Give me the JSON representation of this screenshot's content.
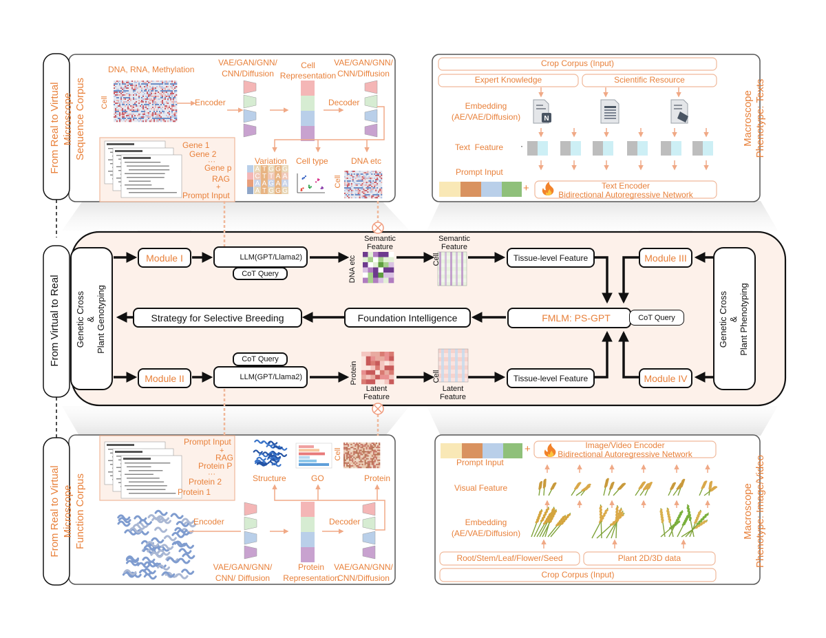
{
  "side_labels": {
    "top_left": "From Real to Virtual",
    "middle": "From Virtual to Real",
    "bottom_left": "From Real to Virtual"
  },
  "panel_tl": {
    "title": "Microscope\nSequence Corpus",
    "input_label": "DNA, RNA, Methylation",
    "axis_cell": "Cell",
    "encoder": "Encoder",
    "enc_model": "VAE/GAN/GNN/\nCNN/Diffusion",
    "representation": "Cell\nRepresentation",
    "dec_model": "VAE/GAN/GNN/\nCNN/Diffusion",
    "decoder": "Decoder",
    "outputs": [
      "Variation",
      "Cell type",
      "DNA etc"
    ],
    "out_cell": "Cell",
    "prompt_lines": [
      "Gene 1",
      "Gene 2",
      "···",
      "Gene p",
      "RAG",
      "+",
      "Prompt Input"
    ],
    "variation_grid": [
      [
        "A",
        "T",
        "G",
        "G",
        "G"
      ],
      [
        "C",
        "T",
        "T",
        "A",
        "A"
      ],
      [
        "A",
        "A",
        "G",
        "A",
        "A"
      ],
      [
        "A",
        "T",
        "G",
        "G",
        "G"
      ]
    ]
  },
  "panel_tr": {
    "title": "Macroscope\nPhenotype: Texts",
    "corpus": "Crop Corpus (Input)",
    "source_a": "Expert Knowledge",
    "source_b": "Scientific Resource",
    "embedding": "Embedding\n(AE/VAE/Diffusion)",
    "text_feature": "Text  Feature",
    "prompt_input": "Prompt Input",
    "plus": "+",
    "encoder": "Text Encoder\nBidirectional Autoregressive Network",
    "dot": "·"
  },
  "panel_bl": {
    "title": "Microscope\nFunction Corpus",
    "prompt_lines": [
      "Prompt Input",
      "+",
      "RAG",
      "Protein P",
      "···",
      "Protein 2",
      "Protein 1"
    ],
    "outputs": [
      "Structure",
      "GO",
      "Protein"
    ],
    "out_cell": "Cell",
    "encoder": "Encoder",
    "decoder": "Decoder",
    "enc_model": "VAE/GAN/GNN/\nCNN/ Diffusion",
    "representation": "Protein\nRepresentation",
    "dec_model": "VAE/GAN/GNN/\nCNN/Diffusion"
  },
  "panel_br": {
    "title": "Macroscope\nPhenotype: Image/Video",
    "encoder": "Image/Video Encoder\nBidirectional Autoregressive Network",
    "plus": "+",
    "prompt_input": "Prompt Input",
    "visual_feature": "Visual Feature",
    "embedding": "Embedding\n(AE/VAE/Diffusion)",
    "source_a": "Root/Stem/Leaf/Flower/Seed",
    "source_b": "Plant 2D/3D data",
    "corpus": "Crop Corpus (Input)"
  },
  "center": {
    "left_side": "Genetic Cross\n&\nPlant Genotyping",
    "right_side": "Genetic Cross\n&\nPlant Phenotyping",
    "module_1": "Module I",
    "module_2": "Module II",
    "module_3": "Module III",
    "module_4": "Module IV",
    "llm_top": "LLM(GPT/Llama2)",
    "llm_bottom": "LLM(GPT/Llama2)",
    "cot_top": "CoT Query",
    "cot_bottom": "CoT Query",
    "cot_right": "CoT Query",
    "semantic_feature_a": "Semantic\nFeature",
    "semantic_feature_b": "Semantic\nFeature",
    "dna_etc": "DNA etc",
    "cell_top": "Cell",
    "tissue_top": "Tissue-level Feature",
    "tissue_bottom": "Tissue-level Feature",
    "protein": "Protein",
    "cell_bottom": "Cell",
    "latent_a": "Latent\nFeature",
    "latent_b": "Latent\nFeature",
    "strategy": "Strategy for Selective Breeding",
    "foundation": "Foundation Intelligence",
    "fmlm": "FMLM: PS-GPT"
  },
  "colors": {
    "accent_orange": "#e8803a",
    "pale_orange": "#f0b89a",
    "center_fill": "#fdf1ea",
    "panel_border": "#555555",
    "vec_red": "#f4b6b6",
    "vec_green": "#d6ecd2",
    "vec_blue": "#b9cfe9",
    "vec_purple": "#c8a2cf",
    "prompt_yellow": "#f9e8b6",
    "prompt_brown": "#d9925f",
    "prompt_blue": "#b9cfe9",
    "prompt_green": "#8fc07a"
  },
  "icons": [
    "document-n-icon",
    "table-document-icon",
    "image-document-icon",
    "openai-logo-icon",
    "snowflake-icon",
    "fire-icon",
    "x-circle-icon",
    "wheat-icon",
    "protein-3d-icon"
  ]
}
